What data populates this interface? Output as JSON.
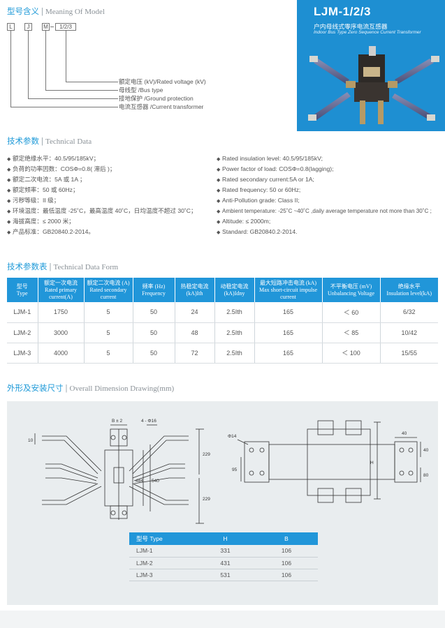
{
  "model_section": {
    "title_zh": "型号含义",
    "title_en": "Meaning Of Model",
    "boxes": [
      "L",
      "J",
      "M",
      "1/2/3"
    ],
    "descriptions": [
      "额定电压 (kV)/Rated voltage (kV)",
      "母线型 /Bus type",
      "接地保护 /Ground protection",
      "电流互感器 /Current transformer"
    ]
  },
  "banner": {
    "title": "LJM-1/2/3",
    "subtitle_zh": "户内母线式零序电流互感器",
    "subtitle_en": "Indoor Bus Type Zero Sequence Current Transformer",
    "bg_color": "#1e8fd2"
  },
  "tech_section": {
    "title_zh": "技术参数",
    "title_en": "Technical Data",
    "params_zh": [
      "额定绝缘水平：40.5/95/185kV；",
      "负荷的功率因数：COSΦ=0.8( 滞后 )；",
      "额定二次电流：5A 或 1A ；",
      "额定频率：50 或 60Hz；",
      "污秽等级：II 级；",
      "环境温度：最低温度 -25˚C，最高温度 40˚C，日均温度不超过 30˚C；",
      "海拔高度：≤ 2000 米；",
      "产品标准：GB20840.2-2014。"
    ],
    "params_en": [
      "Rated insulation level: 40.5/95/185kV;",
      "Power factor of load: COSΦ=0.8(lagging);",
      "Rated secondary current:5A or 1A;",
      "Rated frequency: 50 or 60Hz;",
      "Anti-Pollution grade: Class II;",
      "Ambient temperature: -25˚C ~40˚C ,daily average temperature not more than 30˚C ;",
      "Altitude: ≤ 2000m;",
      "Standard: GB20840.2-2014."
    ]
  },
  "table_section": {
    "title_zh": "技术参数表",
    "title_en": "Technical Data Form",
    "headers": [
      {
        "zh": "型号",
        "en": "Type"
      },
      {
        "zh": "额定一次电流",
        "en": "Rated primary current(A)"
      },
      {
        "zh": "额定二次电流 (A)",
        "en": "Rated secondary current"
      },
      {
        "zh": "频率 (Hz)",
        "en": "Frequency"
      },
      {
        "zh": "热稳定电流",
        "en": "(kA)Ith"
      },
      {
        "zh": "动稳定电流",
        "en": "(kA)Idny"
      },
      {
        "zh": "最大短路冲击电流 (kA)",
        "en": "Max short-circuit impulse current"
      },
      {
        "zh": "不平衡电压 (mV)",
        "en": "Unbalancing Voltage"
      },
      {
        "zh": "绝缘水平",
        "en": "Insulation level(kA)"
      }
    ],
    "rows": [
      [
        "LJM-1",
        "1750",
        "5",
        "50",
        "24",
        "2.5Ith",
        "165",
        "＜ 60",
        "6/32"
      ],
      [
        "LJM-2",
        "3000",
        "5",
        "50",
        "48",
        "2.5Ith",
        "165",
        "＜ 85",
        "10/42"
      ],
      [
        "LJM-3",
        "4000",
        "5",
        "50",
        "72",
        "2.5Ith",
        "165",
        "＜ 100",
        "15/55"
      ]
    ]
  },
  "drawing_section": {
    "title_zh": "外形及安装尺寸",
    "title_en": "Overall Dimension Drawing(mm)",
    "labels": {
      "b": "B ± 2",
      "hole": "4 - Φ16",
      "ten": "10",
      "d484": "484",
      "d540": "540",
      "d229a": "229",
      "d229b": "229",
      "phi14": "Φ14",
      "d40a": "40",
      "d40b": "40",
      "d80": "80",
      "d95": "95",
      "h": "H"
    },
    "dim_table": {
      "headers": [
        "型号 Type",
        "H",
        "B"
      ],
      "rows": [
        [
          "LJM-1",
          "331",
          "106"
        ],
        [
          "LJM-2",
          "431",
          "106"
        ],
        [
          "LJM-3",
          "531",
          "106"
        ]
      ]
    }
  }
}
